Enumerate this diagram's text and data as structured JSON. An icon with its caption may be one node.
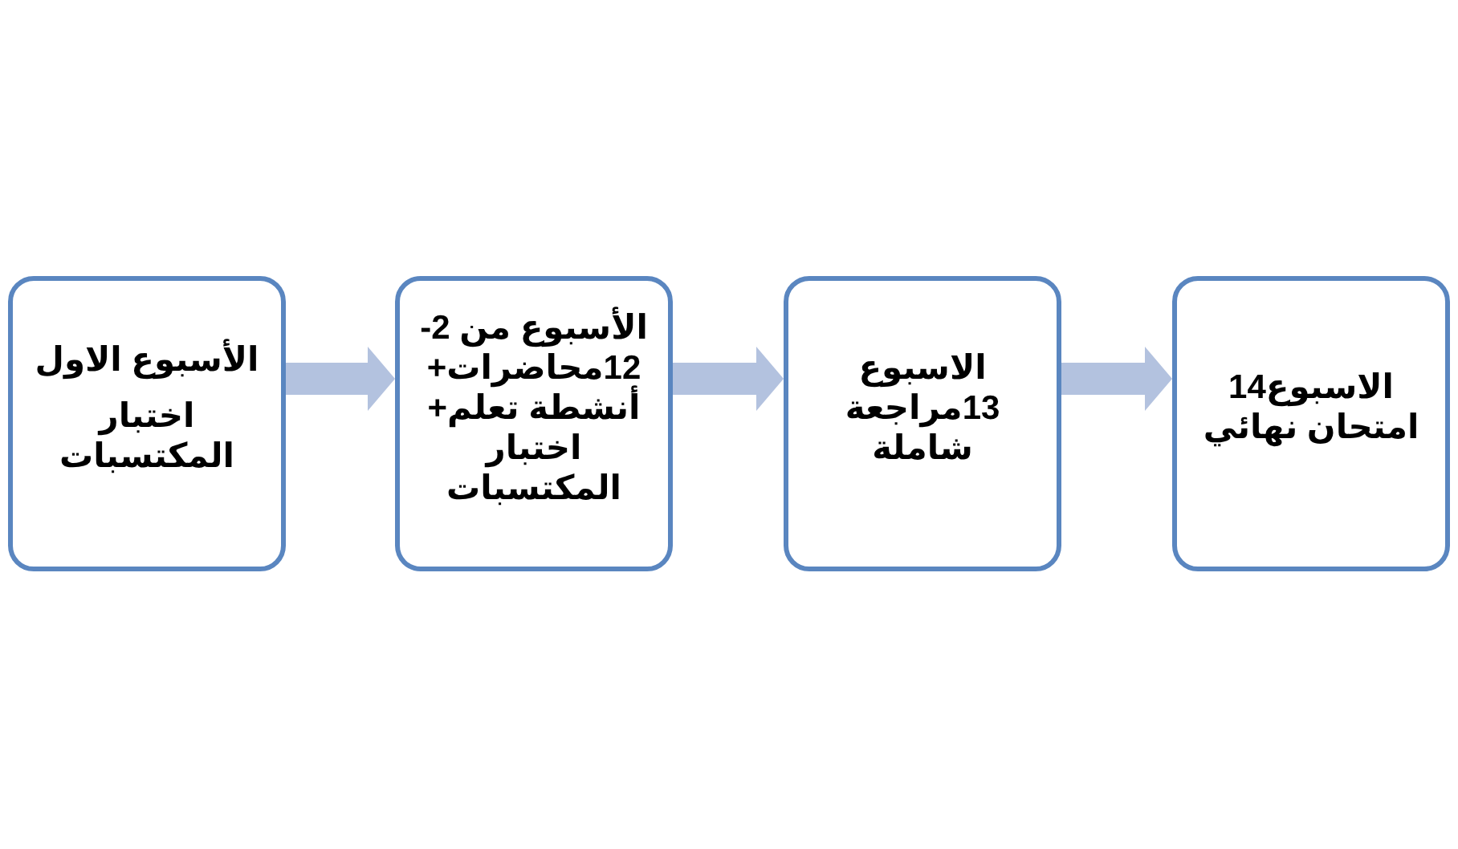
{
  "diagram": {
    "nodes": [
      {
        "text": [
          "الأسبوع الاول",
          "اختبار المكتسبات"
        ]
      },
      {
        "text": [
          "الأسبوع من 2-12محاضرات+ أنشطة تعلم+ اختبار المكتسبات"
        ]
      },
      {
        "text": [
          "الاسبوع 13مراجعة شاملة"
        ]
      },
      {
        "text": [
          "الاسبوع14 امتحان نهائي"
        ]
      }
    ],
    "edges": [
      {
        "from": 0,
        "to": 1,
        "arrow": "to"
      },
      {
        "from": 1,
        "to": 2,
        "arrow": "to"
      },
      {
        "from": 2,
        "to": 3,
        "arrow": "to"
      }
    ]
  }
}
